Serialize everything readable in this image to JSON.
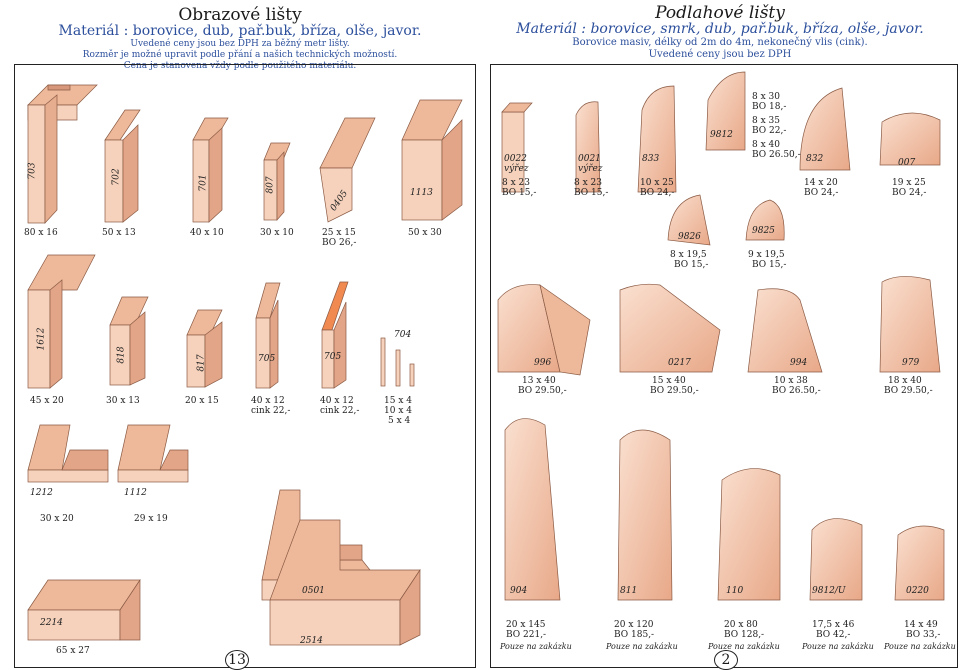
{
  "left_header": {
    "title": "Obrazové lišty",
    "material": "Materiál : borovice, dub, pař.buk, bříza, olše, javor.",
    "line1": "Uvedené ceny jsou bez DPH za běžný metr lišty.",
    "line2": "Rozměr je možné upravit podle přání a našich technických možností.",
    "line3": "Cena je stanovena vždy podle použitého materiálu."
  },
  "right_header": {
    "title": "Podlahové lišty",
    "material": "Materiál : borovice, smrk, dub, pař.buk, bříza, olše, javor.",
    "line1": "Borovice masiv, délky od 2m do 4m, nekonečný vlis (cink).",
    "line2": "Uvedené ceny jsou bez DPH"
  },
  "colors": {
    "wood_light": "#f6d2bc",
    "wood_mid": "#eeb99a",
    "wood_dark": "#d7977a",
    "accent": "#f08a50",
    "text_blue": "#2c4f9c"
  },
  "left_items": [
    {
      "code": "703",
      "dim": "80 x 16"
    },
    {
      "code": "702",
      "dim": "50 x 13"
    },
    {
      "code": "701",
      "dim": "40 x 10"
    },
    {
      "code": "807",
      "dim": "30 x 10"
    },
    {
      "code": "0405",
      "dim": "25 x 15",
      "price": "BO 26,-"
    },
    {
      "code": "1113",
      "dim": "50 x 30"
    },
    {
      "code": "1612",
      "dim": "45 x 20"
    },
    {
      "code": "818",
      "dim": "30 x 13"
    },
    {
      "code": "817",
      "dim": "20 x 15"
    },
    {
      "code": "705",
      "dim": "40 x 12",
      "price": "cink 22,-"
    },
    {
      "code": "705",
      "dim": "40 x 12",
      "price": "cink 22,-"
    },
    {
      "code": "704",
      "dims": [
        "15 x 4",
        "10 x 4",
        "5 x 4"
      ]
    },
    {
      "code": "1212",
      "dim": "30 x 20"
    },
    {
      "code": "1112",
      "dim": "29 x 19"
    },
    {
      "code": "0501"
    },
    {
      "code": "2214",
      "dim": "65 x 27"
    },
    {
      "code": "2514"
    }
  ],
  "right_items": [
    {
      "code": "0022",
      "sub": "výřez",
      "dim": "8 x 23",
      "price": "BO 15,-"
    },
    {
      "code": "0021",
      "sub": "výřez",
      "dim": "8 x 23",
      "price": "BO 15,-"
    },
    {
      "code": "833",
      "dim": "10 x 25",
      "price": "BO 24,-"
    },
    {
      "code": "9812",
      "variants": [
        "8 x 30",
        "BO 18,-",
        "8 x 35",
        "BO 22,-",
        "8 x 40",
        "BO 26.50,-"
      ]
    },
    {
      "code": "832",
      "dim": "14 x 20",
      "price": "BO 24,-"
    },
    {
      "code": "007",
      "dim": "19 x 25",
      "price": "BO 24,-"
    },
    {
      "code": "9826",
      "dim": "8 x 19,5",
      "price": "BO 15,-"
    },
    {
      "code": "9825",
      "dim": "9 x 19,5",
      "price": "BO 15,-"
    },
    {
      "code": "996",
      "dim": "13 x 40",
      "price": "BO 29.50,-"
    },
    {
      "code": "0217",
      "dim": "15 x 40",
      "price": "BO 29.50,-"
    },
    {
      "code": "994",
      "dim": "10 x 38",
      "price": "BO 26.50,-"
    },
    {
      "code": "979",
      "dim": "18 x 40",
      "price": "BO 29.50,-"
    },
    {
      "code": "904",
      "dim": "20 x 145",
      "price": "BO 221,-",
      "note": "Pouze na zakázku"
    },
    {
      "code": "811",
      "dim": "20 x 120",
      "price": "BO 185,-",
      "note": "Pouze na zakázku"
    },
    {
      "code": "110",
      "dim": "20 x 80",
      "price": "BO 128,-",
      "note": "Pouze na zakázku"
    },
    {
      "code": "9812/U",
      "dim": "17,5 x 46",
      "price": "BO 42,-",
      "note": "Pouze na zakázku"
    },
    {
      "code": "0220",
      "dim": "14 x 49",
      "price": "BO 33,-",
      "note": "Pouze na zakázku"
    }
  ],
  "pages": {
    "left": "13",
    "right": "2"
  }
}
